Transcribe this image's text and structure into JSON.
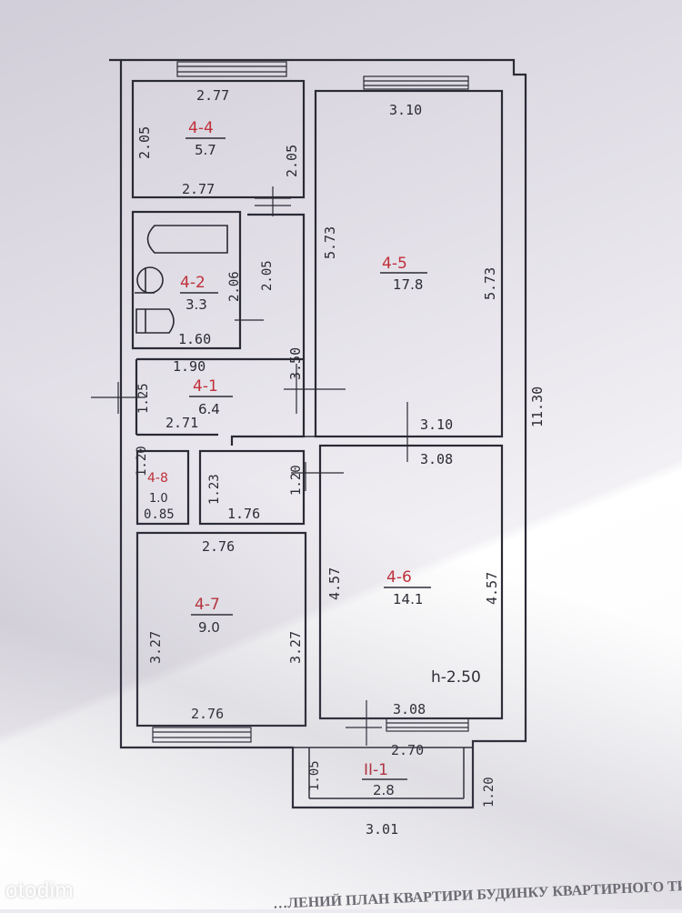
{
  "plan": {
    "ceiling_height": "h-2.50",
    "overall_length": "11.30",
    "rooms": [
      {
        "id": "4-4",
        "area": "5.7",
        "dims": [
          "2.77",
          "2.77",
          "2.05",
          "2.05"
        ]
      },
      {
        "id": "4-5",
        "area": "17.8",
        "dims": [
          "3.10",
          "3.10",
          "5.73",
          "5.73"
        ]
      },
      {
        "id": "4-2",
        "area": "3.3",
        "dims": [
          "1.60",
          "2.06",
          "2.05"
        ]
      },
      {
        "id": "4-1",
        "area": "6.4",
        "dims": [
          "1.90",
          "2.71",
          "1.25",
          "3.50"
        ]
      },
      {
        "id": "4-8",
        "area": "1.0",
        "dims": [
          "0.85",
          "1.20"
        ]
      },
      {
        "id": "",
        "area": "",
        "dims": [
          "1.23",
          "1.76",
          "1.20"
        ]
      },
      {
        "id": "4-6",
        "area": "14.1",
        "dims": [
          "3.08",
          "3.08",
          "4.57",
          "4.57"
        ]
      },
      {
        "id": "4-7",
        "area": "9.0",
        "dims": [
          "2.76",
          "2.76",
          "3.27",
          "3.27"
        ]
      },
      {
        "id": "II-1",
        "area": "2.8",
        "dims": [
          "2.70",
          "3.01",
          "1.05",
          "1.20"
        ]
      }
    ]
  },
  "watermark": "otodim",
  "footer_text": "…ЛЕНИЙ ПЛАН КВАРТИРИ БУДИНКУ КВАРТИРНОГО ТИПУ"
}
